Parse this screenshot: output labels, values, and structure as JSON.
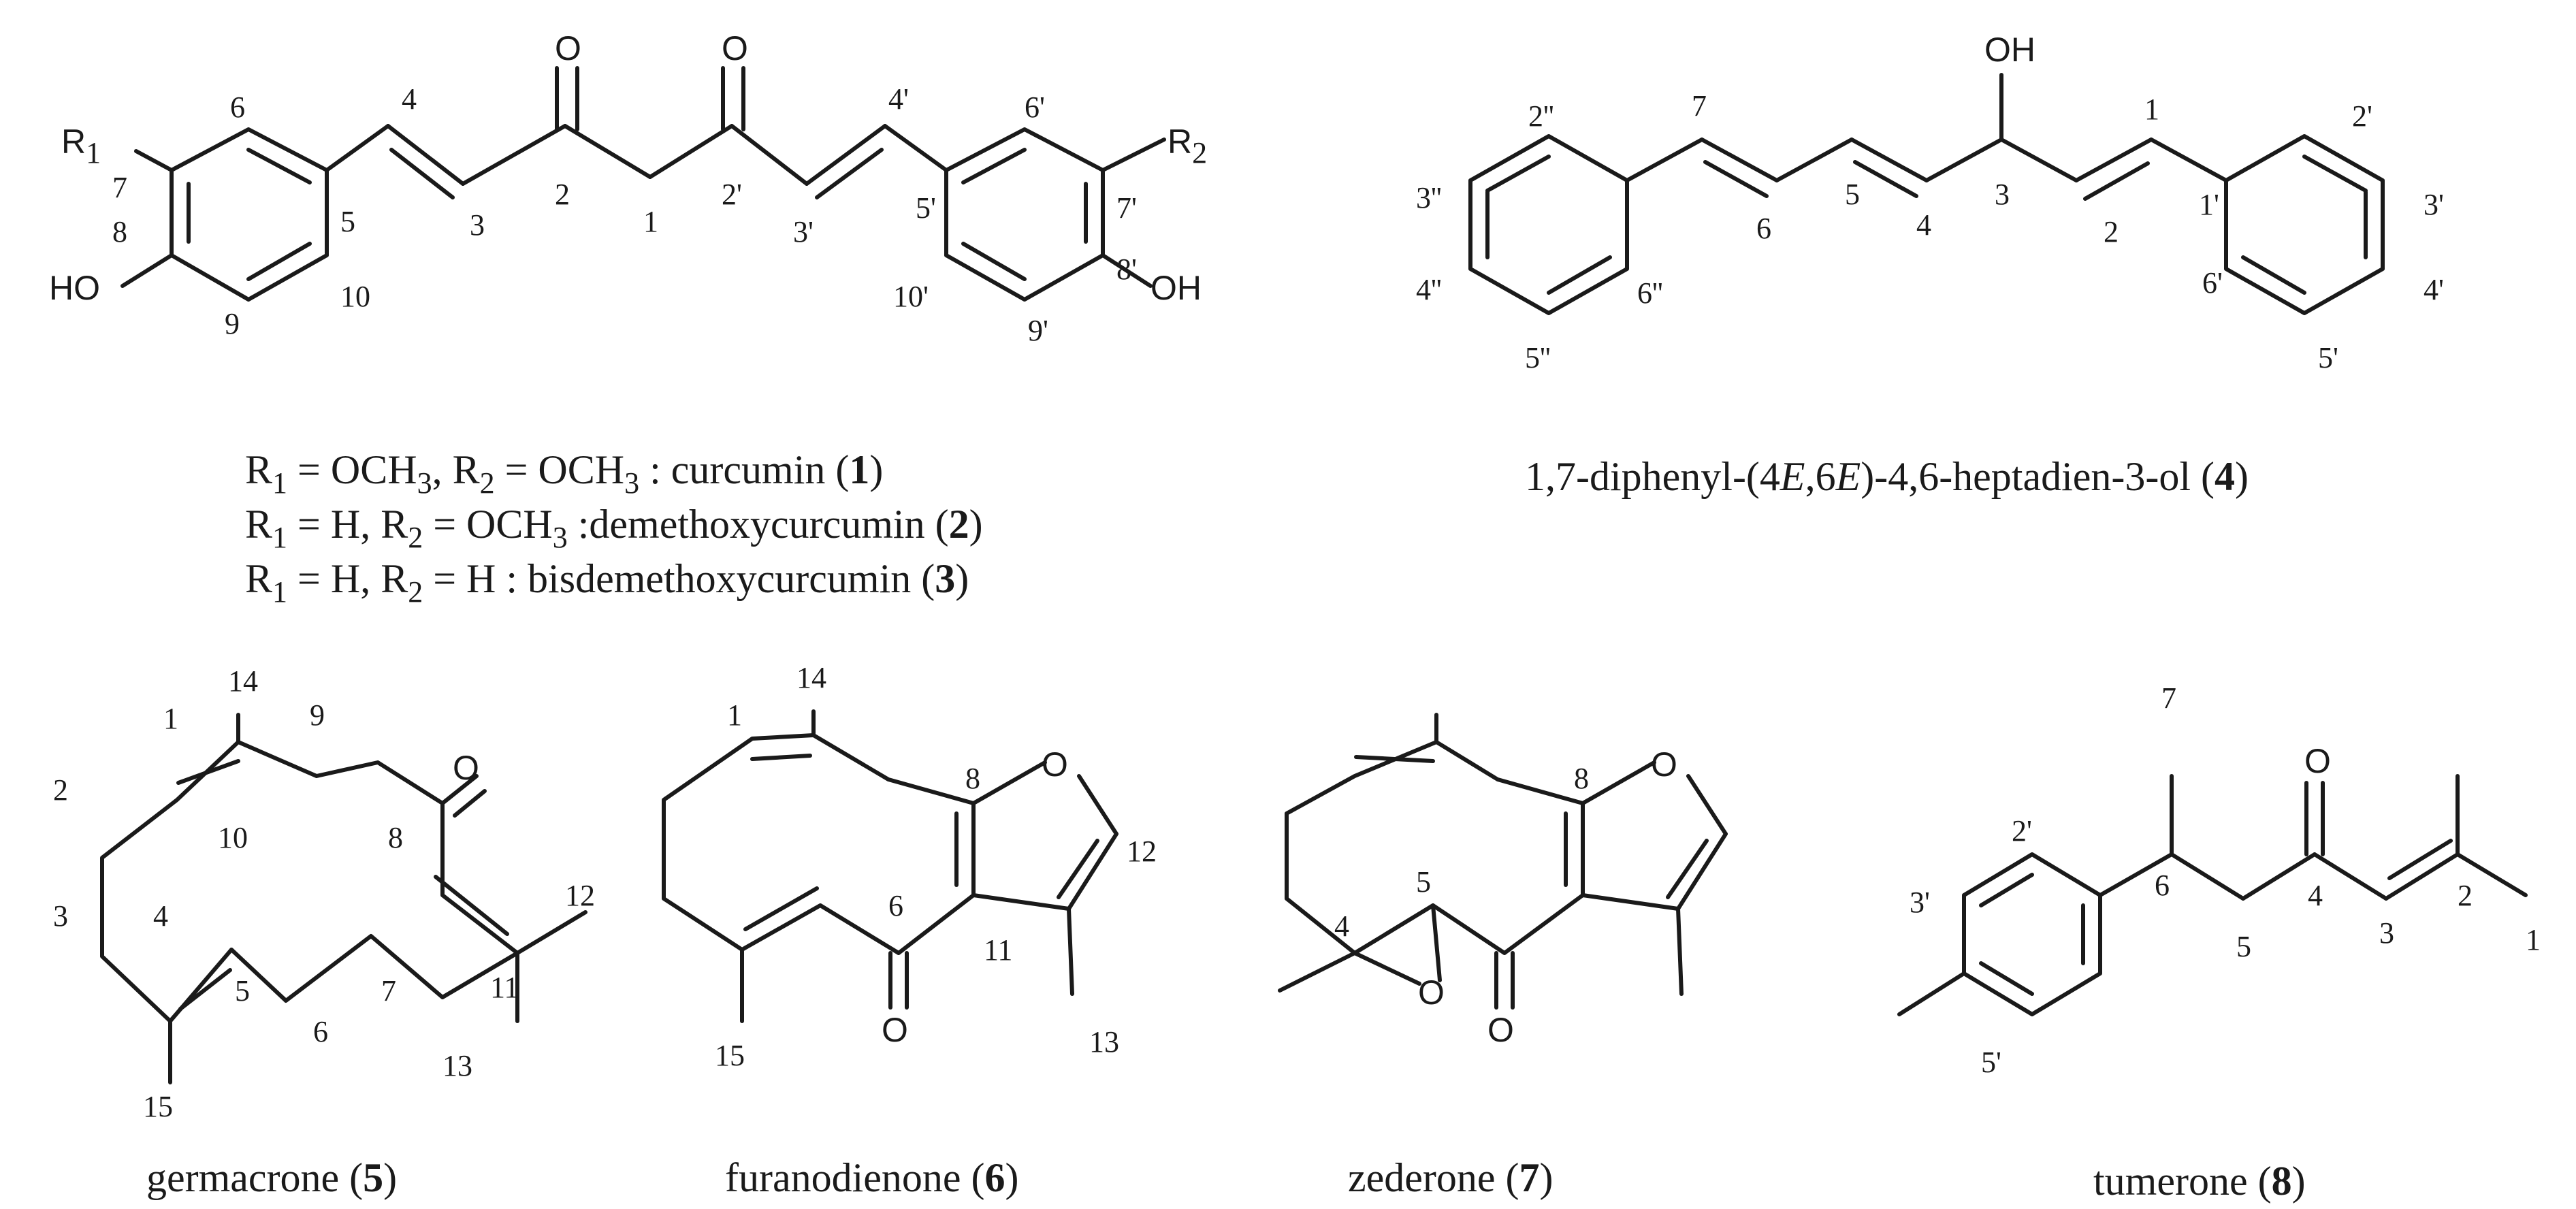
{
  "atoms": {
    "O": "O",
    "OH": "OH",
    "HO": "HO",
    "R": "R",
    "one": "1",
    "two": "2"
  },
  "curcuminoids": {
    "numbers": {
      "n1": "1",
      "n2": "2",
      "n2p": "2'",
      "n3": "3",
      "n3p": "3'",
      "n4": "4",
      "n4p": "4'",
      "n5": "5",
      "n5p": "5'",
      "n6": "6",
      "n6p": "6'",
      "n7": "7",
      "n7p": "7'",
      "n8": "8",
      "n8p": "8'",
      "n9": "9",
      "n9p": "9'",
      "n10": "10",
      "n10p": "10'"
    },
    "captions": [
      {
        "r1": "R",
        "r1sub": "1",
        "mid1": " = OCH",
        "mid1sub": "3",
        "mid2": ", R",
        "r2sub": "2",
        "mid3": " = OCH",
        "mid3sub": "3",
        "tail": " : curcumin (",
        "bold": "1",
        "close": ")"
      },
      {
        "r1": "R",
        "r1sub": "1",
        "mid1": " = H, R",
        "r2sub": "2",
        "mid2": " = OCH",
        "mid2sub": "3",
        "tail": " :demethoxycurcumin (",
        "bold": "2",
        "close": ")"
      },
      {
        "r1": "R",
        "r1sub": "1",
        "mid1": " = H, R",
        "r2sub": "2",
        "tail": " = H : bisdemethoxycurcumin (",
        "bold": "3",
        "close": ")"
      }
    ]
  },
  "diphenylheptadienol": {
    "numbers": {
      "n1": "1",
      "n2": "2",
      "n3": "3",
      "n4": "4",
      "n5": "5",
      "n6": "6",
      "n7": "7",
      "n1p": "1'",
      "n2p": "2'",
      "n3p": "3'",
      "n4p": "4'",
      "n5p": "5'",
      "n6p": "6'",
      "n2pp": "2''",
      "n3pp": "3''",
      "n4pp": "4''",
      "n5pp": "5''",
      "n6pp": "6''"
    },
    "caption": {
      "pre": "1,7-diphenyl-(4",
      "e1": "E",
      "mid": ",6",
      "e2": "E",
      "post": ")-4,6-heptadien-3-ol (",
      "bold": "4",
      "close": ")"
    }
  },
  "germacrone": {
    "numbers": {
      "n1": "1",
      "n2": "2",
      "n3": "3",
      "n4": "4",
      "n5": "5",
      "n6": "6",
      "n7": "7",
      "n8": "8",
      "n9": "9",
      "n10": "10",
      "n11": "11",
      "n12": "12",
      "n13": "13",
      "n14": "14",
      "n15": "15"
    },
    "caption": {
      "name": "germacrone (",
      "bold": "5",
      "close": ")"
    }
  },
  "furanodienone": {
    "numbers": {
      "n1": "1",
      "n6": "6",
      "n8": "8",
      "n11": "11",
      "n12": "12",
      "n13": "13",
      "n14": "14",
      "n15": "15"
    },
    "caption": {
      "name": "furanodienone (",
      "bold": "6",
      "close": ")"
    }
  },
  "zederone": {
    "numbers": {
      "n4": "4",
      "n5": "5",
      "n8": "8"
    },
    "caption": {
      "name": "zederone (",
      "bold": "7",
      "close": ")"
    }
  },
  "tumerone": {
    "numbers": {
      "n1": "1",
      "n2": "2",
      "n3": "3",
      "n4": "4",
      "n5": "5",
      "n6": "6",
      "n7": "7",
      "n2p": "2'",
      "n3p": "3'",
      "n5p": "5'"
    },
    "caption": {
      "name": "tumerone (",
      "bold": "8",
      "close": ")"
    }
  }
}
